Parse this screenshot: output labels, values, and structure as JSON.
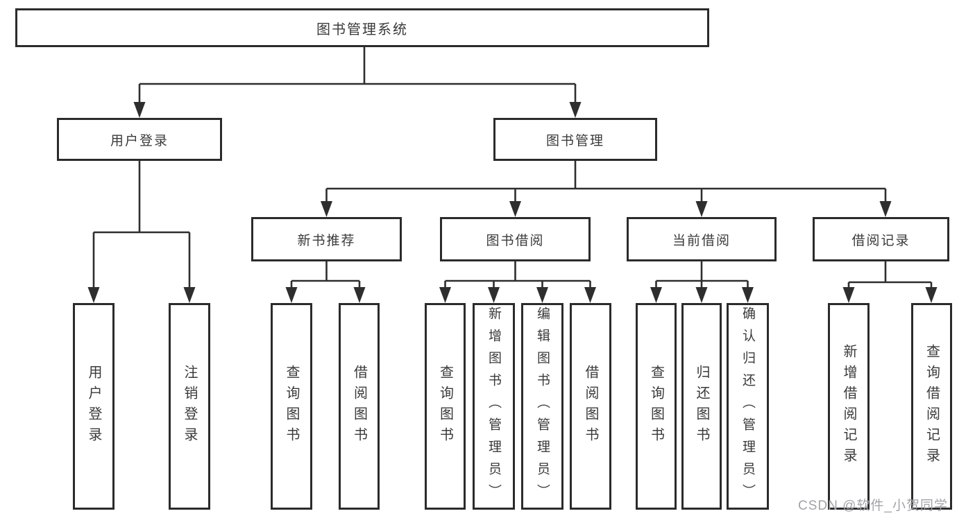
{
  "diagram": {
    "root": {
      "label": "图书管理系统"
    },
    "branches": [
      {
        "label": "用户登录",
        "children": [
          {
            "label": "用户登录"
          },
          {
            "label": "注销登录"
          }
        ]
      },
      {
        "label": "图书管理",
        "children": [
          {
            "label": "新书推荐",
            "children": [
              {
                "label": "查询图书"
              },
              {
                "label": "借阅图书"
              }
            ]
          },
          {
            "label": "图书借阅",
            "children": [
              {
                "label": "查询图书"
              },
              {
                "label": "新增图书（管理员）"
              },
              {
                "label": "编辑图书（管理员）"
              },
              {
                "label": "借阅图书"
              }
            ]
          },
          {
            "label": "当前借阅",
            "children": [
              {
                "label": "查询图书"
              },
              {
                "label": "归还图书"
              },
              {
                "label": "确认归还（管理员）"
              }
            ]
          },
          {
            "label": "借阅记录",
            "children": [
              {
                "label": "新增借阅记录"
              },
              {
                "label": "查询借阅记录"
              }
            ]
          }
        ]
      }
    ]
  },
  "watermark": {
    "text": "CSDN @软件_小贺同学"
  },
  "colors": {
    "line": "#2e2e2e",
    "border": "#2b2b2b",
    "fill": "#ffffff",
    "label": "#3a3a3a",
    "bg": "#ffffff",
    "watermark": "#a3a3a8"
  }
}
